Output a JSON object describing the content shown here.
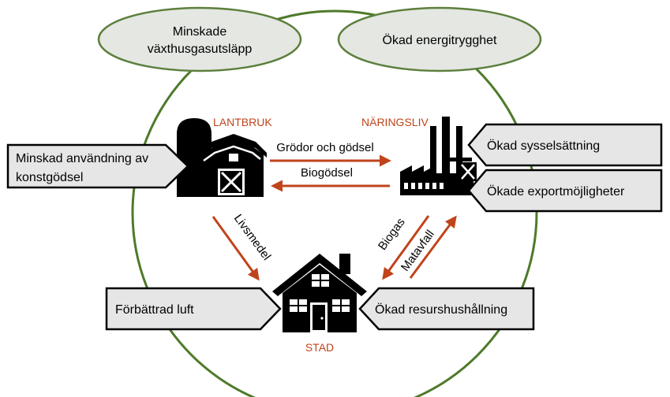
{
  "colors": {
    "circle_stroke": "#4E7A2A",
    "oval_fill": "#E4E7E2",
    "oval_stroke": "#5C7F3C",
    "box_fill": "#E6E6E6",
    "arrow": "#C0441B",
    "zone_label": "#C0441B",
    "icon": "#000000"
  },
  "benefits_top": {
    "left": {
      "line1": "Minskade",
      "line2": "växthusgasutsläpp"
    },
    "right": "Ökad energitrygghet"
  },
  "zones": {
    "farm": "LANTBRUK",
    "industry": "NÄRINGSLIV",
    "city": "STAD"
  },
  "flows": {
    "farm_to_industry": "Grödor och gödsel",
    "industry_to_farm": "Biogödsel",
    "farm_to_city": "Livsmedel",
    "industry_to_city": "Biogas",
    "city_to_industry": "Matavfall"
  },
  "side_benefits": {
    "farm": {
      "line1": "Minskad användning av",
      "line2": "konstgödsel"
    },
    "industry_1": "Ökad sysselsättning",
    "industry_2": "Ökade exportmöjligheter",
    "city_left": "Förbättrad luft",
    "city_right": "Ökad resurshushållning"
  },
  "icons": {
    "farm": "barn-silo-icon",
    "industry": "factory-icon",
    "city": "house-icon"
  }
}
